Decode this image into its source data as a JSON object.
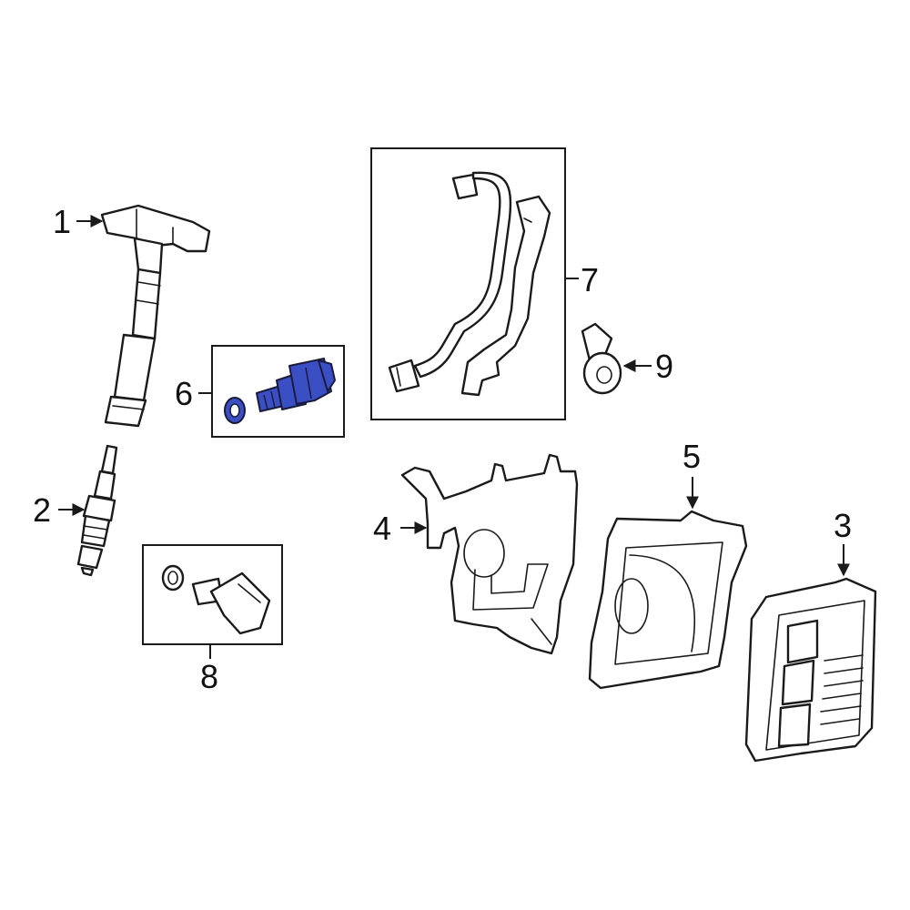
{
  "callouts": {
    "c1": "1",
    "c2": "2",
    "c3": "3",
    "c4": "4",
    "c5": "5",
    "c6": "6",
    "c7": "7",
    "c8": "8",
    "c9": "9"
  },
  "colors": {
    "highlight": "#3b4fc4",
    "line": "#1a1a1a",
    "background": "#ffffff"
  }
}
